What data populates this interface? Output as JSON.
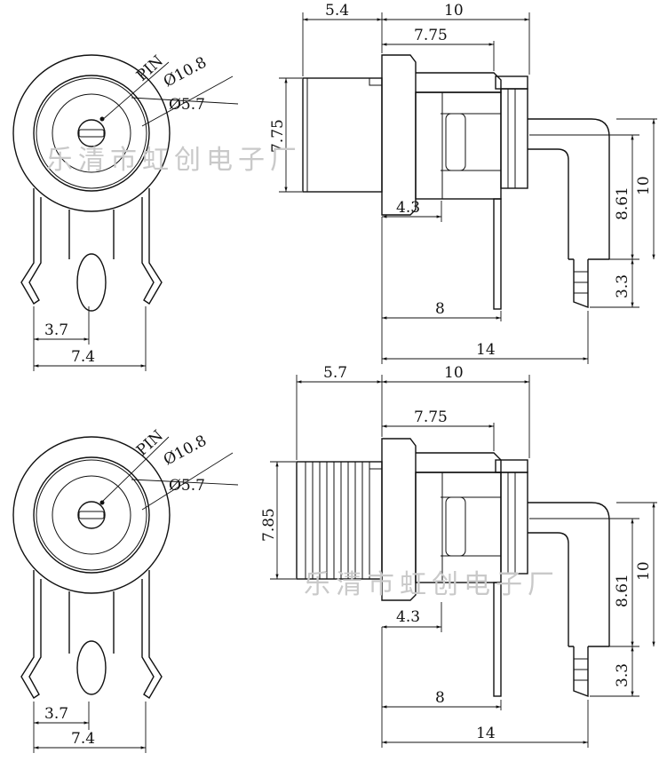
{
  "watermark": "乐清市虹创电子厂",
  "top": {
    "front": {
      "pin": "PIN",
      "outer_dia": "Ø10.8",
      "inner_dia": "Ø5.7",
      "pitch": "3.7",
      "width": "7.4"
    },
    "side": {
      "front_len": "5.4",
      "total_len": "10",
      "body_len": "7.75",
      "front_dia": "7.75",
      "flange_len": "4.3",
      "pin_height": "8.61",
      "height": "10",
      "pin_tip": "3.3",
      "pin_span": "8",
      "overall": "14"
    }
  },
  "bottom": {
    "front": {
      "pin": "PIN",
      "outer_dia": "Ø10.8",
      "inner_dia": "Ø5.7",
      "pitch": "3.7",
      "width": "7.4"
    },
    "side": {
      "front_len": "5.7",
      "total_len": "10",
      "body_len": "7.75",
      "front_dia": "7.85",
      "flange_len": "4.3",
      "pin_height": "8.61",
      "height": "10",
      "pin_tip": "3.3",
      "pin_span": "8",
      "overall": "14"
    }
  }
}
